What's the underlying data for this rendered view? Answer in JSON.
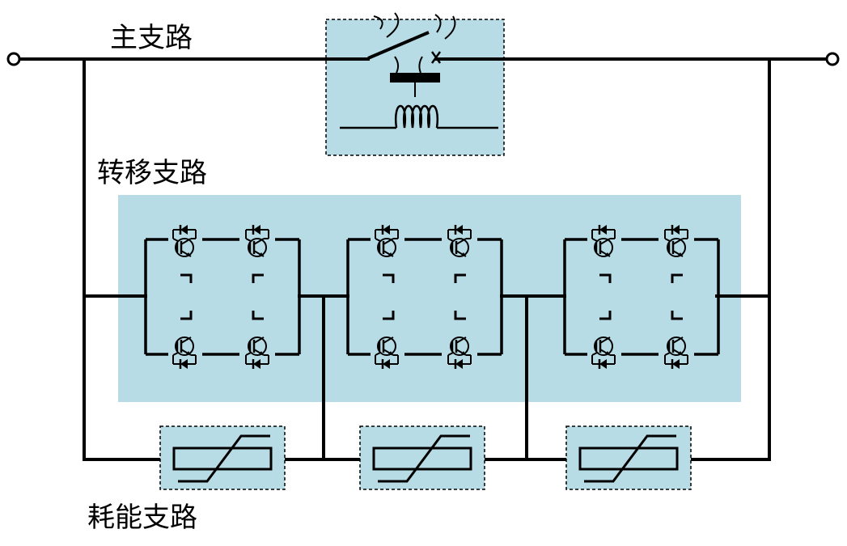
{
  "labels": {
    "main_branch": "主支路",
    "transfer_branch": "转移支路",
    "absorption_branch": "耗能支路"
  },
  "colors": {
    "panel_fill": "#b7dce6",
    "line": "#000000",
    "background": "#ffffff"
  },
  "components": {
    "terminals": 2,
    "mechanical_switch": 1,
    "igbt_full_bridge_modules": 3,
    "igbt_diode_pairs_per_module": 4,
    "surge_arresters": 3
  }
}
